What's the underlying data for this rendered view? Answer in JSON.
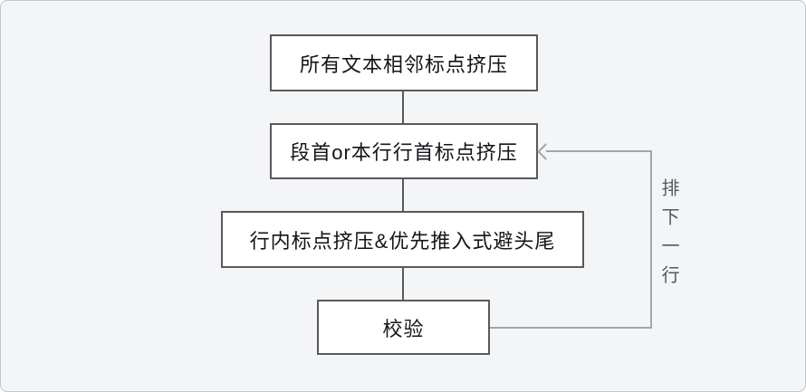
{
  "diagram": {
    "title": "punctuation-squeeze-flowchart",
    "nodes": [
      {
        "id": "all-adjacent-punctuation-squeeze",
        "label": "所有文本相邻标点挤压"
      },
      {
        "id": "paragraph-or-line-start-squeeze",
        "label": "段首or本行行首标点挤压"
      },
      {
        "id": "inline-squeeze-push-avoid",
        "label": "行内标点挤压&优先推入式避头尾"
      },
      {
        "id": "validate",
        "label": "校验"
      }
    ],
    "edges": [
      {
        "from": "all-adjacent-punctuation-squeeze",
        "to": "paragraph-or-line-start-squeeze",
        "label": ""
      },
      {
        "from": "paragraph-or-line-start-squeeze",
        "to": "inline-squeeze-push-avoid",
        "label": ""
      },
      {
        "from": "inline-squeeze-push-avoid",
        "to": "validate",
        "label": ""
      },
      {
        "from": "validate",
        "to": "paragraph-or-line-start-squeeze",
        "label": "排下一行"
      }
    ],
    "loop_label": "排下一行"
  },
  "colors": {
    "background": "#f4f5f7",
    "canvas_border": "#c2c6cc",
    "node_fill": "#ffffff",
    "node_border": "#58595b",
    "node_text": "#141519",
    "connector": "#58595b",
    "loop_line": "#a2a5aa",
    "loop_label_text": "#54575c"
  }
}
